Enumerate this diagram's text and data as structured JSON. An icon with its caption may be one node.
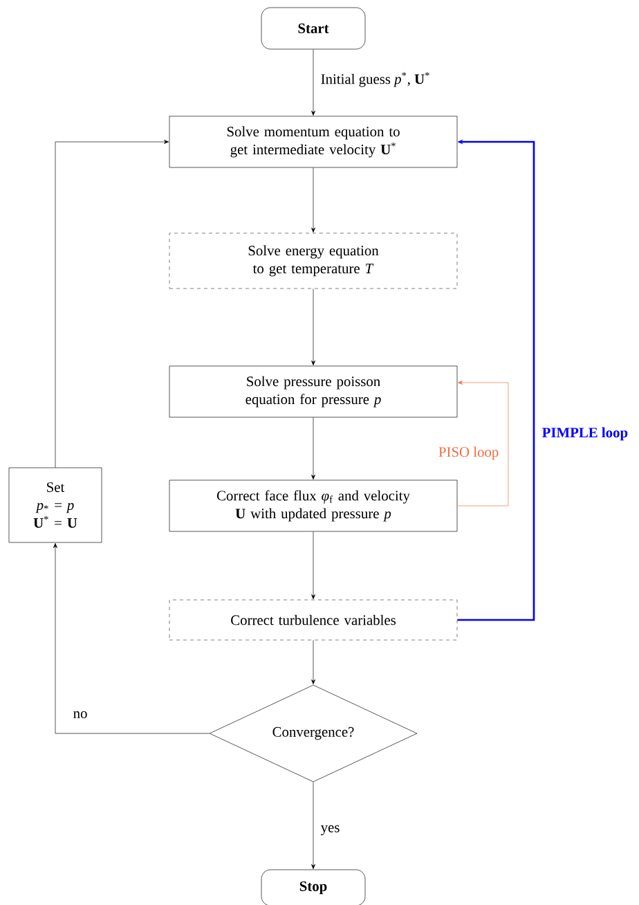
{
  "diagram": {
    "nodes": [
      {
        "text": [
          "Start"
        ]
      },
      {
        "text": [
          "Solve momentum equation to get intermediate velocity **U**$^{*}$"
        ]
      },
      {
        "text": [
          "Solve energy equation to get temperature *T*"
        ]
      },
      {
        "text": [
          "Solve pressure poisson equation for pressure *p*"
        ]
      },
      {
        "text": [
          "Correct face flux *φ*$_{f}$ and velocity **U** with updated pressure *p*"
        ]
      },
      {
        "text": [
          "Correct turbulence variables"
        ]
      },
      {
        "text": [
          "Convergence?"
        ]
      },
      {
        "text": [
          "Stop"
        ]
      },
      {
        "text": [
          "Set",
          "*p*$_{*}$ = *p*",
          "**U**$^{*}$ = **U**"
        ]
      }
    ],
    "edges": [
      {
        "from": 0,
        "to": 1,
        "arrow": "to",
        "label": "Initial guess *p*$^{*}$, **U**$^{*}$"
      },
      {
        "from": 1,
        "to": 2,
        "arrow": "to"
      },
      {
        "from": 2,
        "to": 3,
        "arrow": "to"
      },
      {
        "from": 3,
        "to": 4,
        "arrow": "to"
      },
      {
        "from": 4,
        "to": 5,
        "arrow": "to"
      },
      {
        "from": 5,
        "to": 6,
        "arrow": "to"
      },
      {
        "from": 4,
        "to": 3,
        "arrow": "to",
        "label": "PISO loop",
        "color": "#f26b43"
      },
      {
        "from": 5,
        "to": 1,
        "arrow": "to",
        "label": "PIMPLE loop",
        "style": "thick",
        "color": "#0000ff"
      },
      {
        "from": 6,
        "to": 8,
        "arrow": "to",
        "label": "no"
      },
      {
        "from": 8,
        "to": 1,
        "arrow": "to"
      },
      {
        "from": 6,
        "to": 7,
        "arrow": "to",
        "label": "yes"
      }
    ]
  }
}
